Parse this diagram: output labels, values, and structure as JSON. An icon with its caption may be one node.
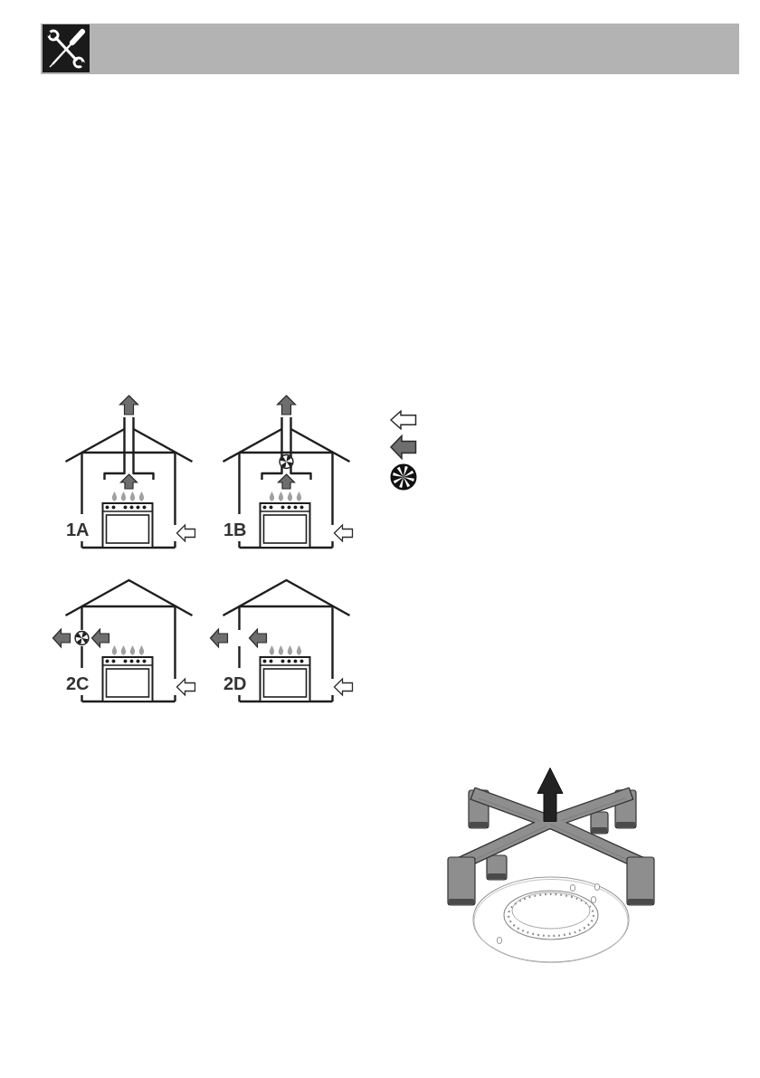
{
  "diagram": {
    "labels": [
      "1A",
      "1B",
      "2C",
      "2D"
    ]
  }
}
